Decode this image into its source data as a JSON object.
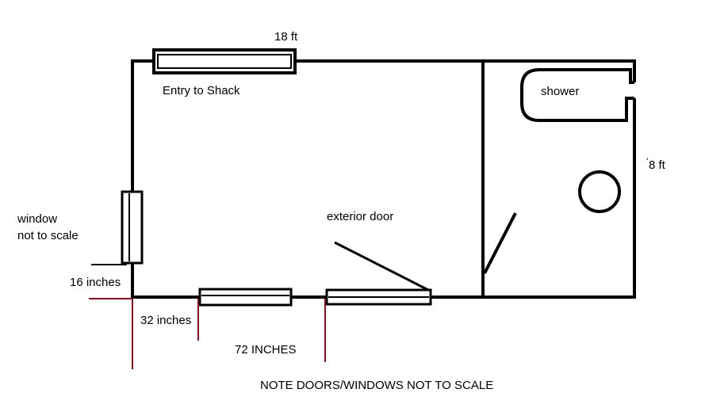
{
  "labels": {
    "top_dim": "18 ft",
    "entry": "Entry to Shack",
    "shower": "shower",
    "right_dim": "8 ft",
    "right_dim_mark": "'",
    "window_line1": "window",
    "window_line2": "not to scale",
    "exterior_door": "exterior door",
    "left_offset": "16 inches",
    "offset_32": "32 inches",
    "offset_72": "72 INCHES",
    "note": "NOTE DOORS/WINDOWS NOT TO SCALE"
  },
  "colors": {
    "wall": "#000000",
    "dimension_line": "#7b1020",
    "background": "#ffffff"
  }
}
